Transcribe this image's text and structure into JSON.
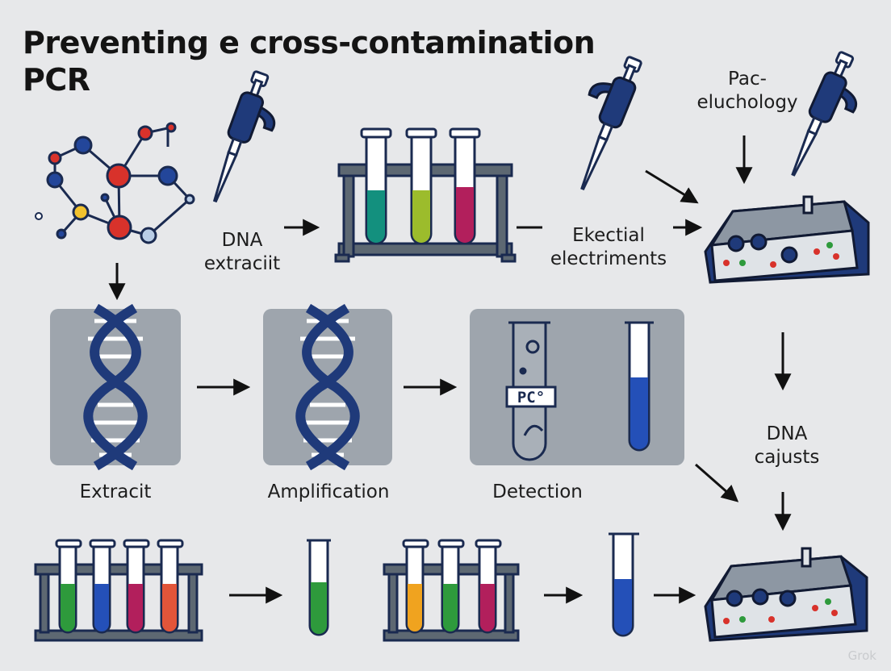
{
  "title": {
    "line1": "Preventing e cross-contamination",
    "line2": "PCR"
  },
  "labels": {
    "dna_extract": [
      "DNA",
      "extraciit"
    ],
    "electrical": [
      "Ekectial",
      "electriments"
    ],
    "pac_tech": [
      "Pac-",
      "eluchology"
    ],
    "dna_cajusts": [
      "DNA",
      "cajusts"
    ],
    "extract": "Extracit",
    "amplification": "Amplification",
    "detection": "Detection",
    "tube_label": "PC°"
  },
  "colors": {
    "background": "#e7e8ea",
    "panel": "#9ea5ad",
    "navy": "#1f3a7a",
    "teal": "#13907e",
    "lime": "#9cbc2c",
    "magenta": "#b21f5c",
    "green": "#2e9a3c",
    "blue": "#2450b8",
    "red": "#e2553a",
    "orange": "#f0a31f",
    "molecule_red": "#d8322b",
    "molecule_blue": "#23469a",
    "molecule_yellow": "#f2c22e",
    "molecule_light": "#b9cde6"
  },
  "watermark": "Grok"
}
